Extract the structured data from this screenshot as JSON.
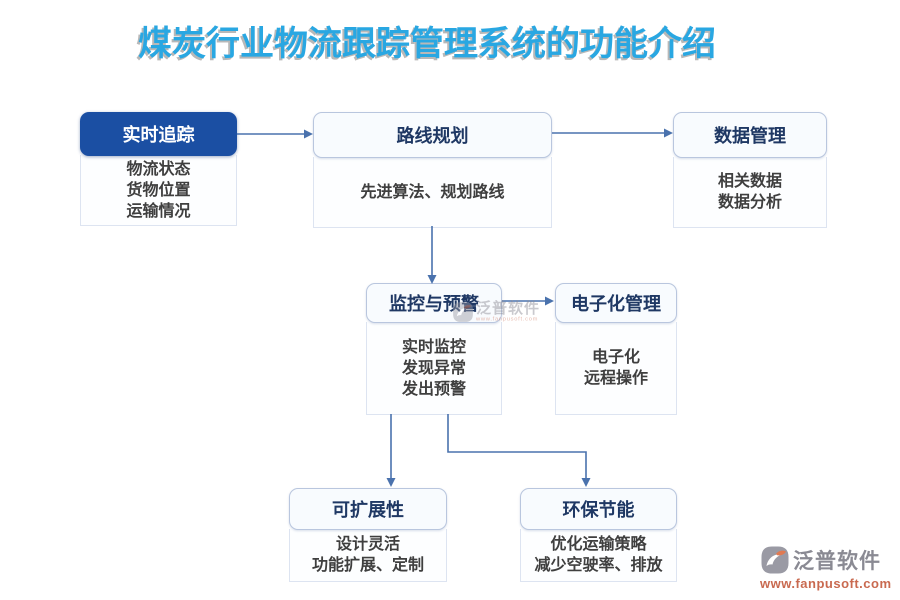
{
  "title": "煤炭行业物流跟踪管理系统的功能介绍",
  "nodes": [
    {
      "id": "realtime-tracking",
      "label": "实时追踪",
      "items": [
        "物流状态",
        "货物位置",
        "运输情况"
      ],
      "emphasis": "primary"
    },
    {
      "id": "route-planning",
      "label": "路线规划",
      "items": [
        "先进算法、规划路线"
      ],
      "emphasis": "light"
    },
    {
      "id": "data-management",
      "label": "数据管理",
      "items": [
        "相关数据",
        "数据分析"
      ],
      "emphasis": "light"
    },
    {
      "id": "monitoring-warning",
      "label": "监控与预警",
      "items": [
        "实时监控",
        "发现异常",
        "发出预警"
      ],
      "emphasis": "light"
    },
    {
      "id": "electronic-management",
      "label": "电子化管理",
      "items": [
        "电子化",
        "远程操作"
      ],
      "emphasis": "light"
    },
    {
      "id": "scalability",
      "label": "可扩展性",
      "items": [
        "设计灵活",
        "功能扩展、定制"
      ],
      "emphasis": "light"
    },
    {
      "id": "eco-energy-saving",
      "label": "环保节能",
      "items": [
        "优化运输策略",
        "减少空驶率、排放"
      ],
      "emphasis": "light"
    }
  ],
  "connections": [
    {
      "from": "realtime-tracking",
      "to": "route-planning"
    },
    {
      "from": "route-planning",
      "to": "data-management"
    },
    {
      "from": "route-planning",
      "to": "monitoring-warning"
    },
    {
      "from": "monitoring-warning",
      "to": "electronic-management"
    },
    {
      "from": "monitoring-warning",
      "to": "scalability"
    },
    {
      "from": "monitoring-warning",
      "to": "eco-energy-saving"
    }
  ],
  "watermark": {
    "brand": "泛普软件",
    "url": "www.fanpusoft.com"
  },
  "colors": {
    "title_blue": "#29a7e2",
    "primary_header_bg": "#1b4fa3",
    "header_text": "#1f3864",
    "body_text": "#3f3f3f",
    "arrow": "#4a72ad",
    "box_border": "#b9c6de",
    "body_border": "#dde4f1",
    "brand_gray": "#8a8a93",
    "brand_orange": "#c96a50"
  }
}
